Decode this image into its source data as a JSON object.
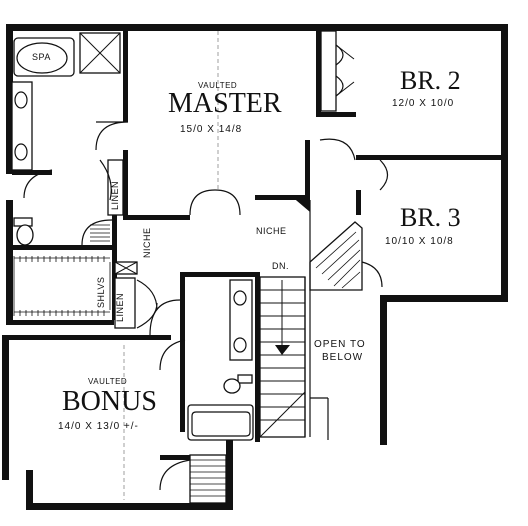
{
  "rooms": {
    "master": {
      "vault": "VAULTED",
      "name": "MASTER",
      "dims": "15/0 X 14/8"
    },
    "br2": {
      "name": "BR. 2",
      "dims": "12/0 X 10/0"
    },
    "br3": {
      "name": "BR. 3",
      "dims": "10/10 X 10/8"
    },
    "bonus": {
      "vault": "VAULTED",
      "name": "BONUS",
      "dims": "14/0 X 13/0 +/-"
    }
  },
  "labels": {
    "spa": "SPA",
    "linen_upper": "LINEN",
    "linen_lower": "LINEN",
    "niche_hall": "NICHE",
    "niche_vertical": "NICHE",
    "shelves": "SHLVS",
    "stair_down": "DN.",
    "open_to_below_line1": "OPEN TO",
    "open_to_below_line2": "BELOW"
  }
}
